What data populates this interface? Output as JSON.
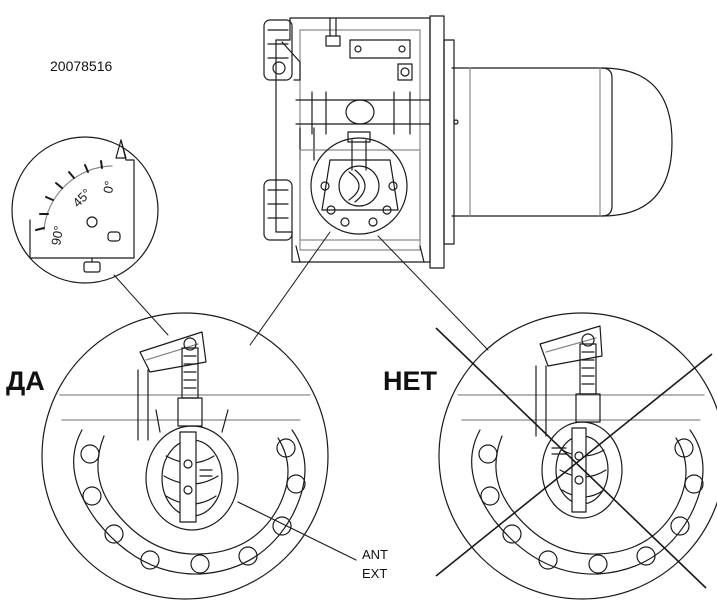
{
  "part_number": "20078516",
  "label_yes": "ДА",
  "label_no": "НЕТ",
  "ant_label": "ANT",
  "ext_label": "EXT",
  "dial": {
    "angle_0": "0°",
    "angle_45": "45°",
    "angle_90": "90°"
  },
  "colors": {
    "line": "#1a1a1a",
    "light_line": "#8a8a8a",
    "background": "#ffffff"
  }
}
